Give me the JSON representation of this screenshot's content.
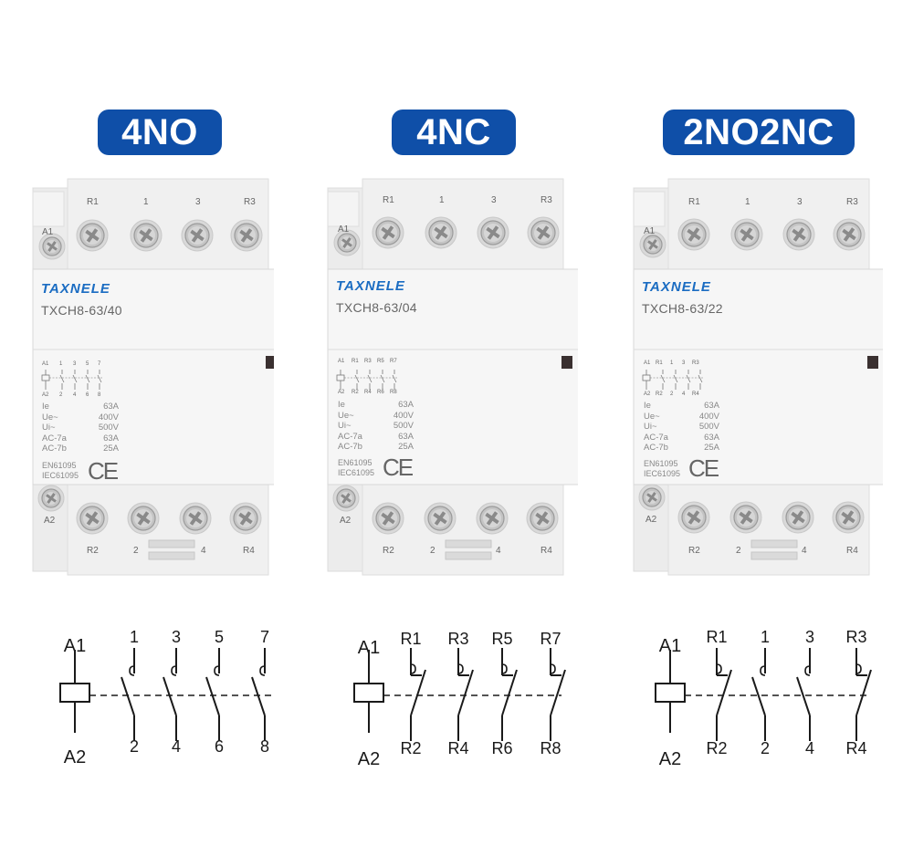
{
  "colors": {
    "badge": "#0f4fa8",
    "brand_text": "#1a6cc2",
    "body_light": "#f1f1f1",
    "body_mid": "#e6e6e6",
    "line": "#1a1a1a"
  },
  "products": [
    {
      "badge": "4NO",
      "brand": "TAXNELE",
      "model": "TXCH8-63/40",
      "top_terminals": [
        "R1",
        "1",
        "3",
        "R3"
      ],
      "bottom_terminals": [
        "R2",
        "2",
        "4",
        "R4"
      ],
      "coil_top": "A1",
      "coil_bottom": "A2",
      "mini_top": [
        "A1",
        "1",
        "3",
        "5",
        "7"
      ],
      "mini_bottom": [
        "A2",
        "2",
        "4",
        "6",
        "8"
      ],
      "specs": [
        {
          "label": "Ie",
          "value": "63A"
        },
        {
          "label": "Ue~",
          "value": "400V"
        },
        {
          "label": "Ui~",
          "value": "500V"
        },
        {
          "label": "AC-7a",
          "value": "63A"
        },
        {
          "label": "AC-7b",
          "value": "25A"
        }
      ],
      "standards": [
        "EN61095",
        "IEC61095"
      ],
      "ce": "CE",
      "diagram": {
        "coil_top": "A1",
        "coil_bottom": "A2",
        "top_labels": [
          "1",
          "3",
          "5",
          "7"
        ],
        "bottom_labels": [
          "2",
          "4",
          "6",
          "8"
        ],
        "contact_types": [
          "NO",
          "NO",
          "NO",
          "NO"
        ]
      }
    },
    {
      "badge": "4NC",
      "brand": "TAXNELE",
      "model": "TXCH8-63/04",
      "top_terminals": [
        "R1",
        "1",
        "3",
        "R3"
      ],
      "bottom_terminals": [
        "R2",
        "2",
        "4",
        "R4"
      ],
      "coil_top": "A1",
      "coil_bottom": "A2",
      "mini_top": [
        "A1",
        "R1",
        "R3",
        "R5",
        "R7"
      ],
      "mini_bottom": [
        "A2",
        "R2",
        "R4",
        "R6",
        "R8"
      ],
      "specs": [
        {
          "label": "Ie",
          "value": "63A"
        },
        {
          "label": "Ue~",
          "value": "400V"
        },
        {
          "label": "Ui~",
          "value": "500V"
        },
        {
          "label": "AC-7a",
          "value": "63A"
        },
        {
          "label": "AC-7b",
          "value": "25A"
        }
      ],
      "standards": [
        "EN61095",
        "IEC61095"
      ],
      "ce": "CE",
      "diagram": {
        "coil_top": "A1",
        "coil_bottom": "A2",
        "top_labels": [
          "R1",
          "R3",
          "R5",
          "R7"
        ],
        "bottom_labels": [
          "R2",
          "R4",
          "R6",
          "R8"
        ],
        "contact_types": [
          "NC",
          "NC",
          "NC",
          "NC"
        ]
      }
    },
    {
      "badge": "2NO2NC",
      "brand": "TAXNELE",
      "model": "TXCH8-63/22",
      "top_terminals": [
        "R1",
        "1",
        "3",
        "R3"
      ],
      "bottom_terminals": [
        "R2",
        "2",
        "4",
        "R4"
      ],
      "coil_top": "A1",
      "coil_bottom": "A2",
      "mini_top": [
        "A1",
        "R1",
        "1",
        "3",
        "R3"
      ],
      "mini_bottom": [
        "A2",
        "R2",
        "2",
        "4",
        "R4"
      ],
      "specs": [
        {
          "label": "Ie",
          "value": "63A"
        },
        {
          "label": "Ue~",
          "value": "400V"
        },
        {
          "label": "Ui~",
          "value": "500V"
        },
        {
          "label": "AC-7a",
          "value": "63A"
        },
        {
          "label": "AC-7b",
          "value": "25A"
        }
      ],
      "standards": [
        "EN61095",
        "IEC61095"
      ],
      "ce": "CE",
      "diagram": {
        "coil_top": "A1",
        "coil_bottom": "A2",
        "top_labels": [
          "R1",
          "1",
          "3",
          "R3"
        ],
        "bottom_labels": [
          "R2",
          "2",
          "4",
          "R4"
        ],
        "contact_types": [
          "NC",
          "NO",
          "NO",
          "NC"
        ]
      }
    }
  ]
}
